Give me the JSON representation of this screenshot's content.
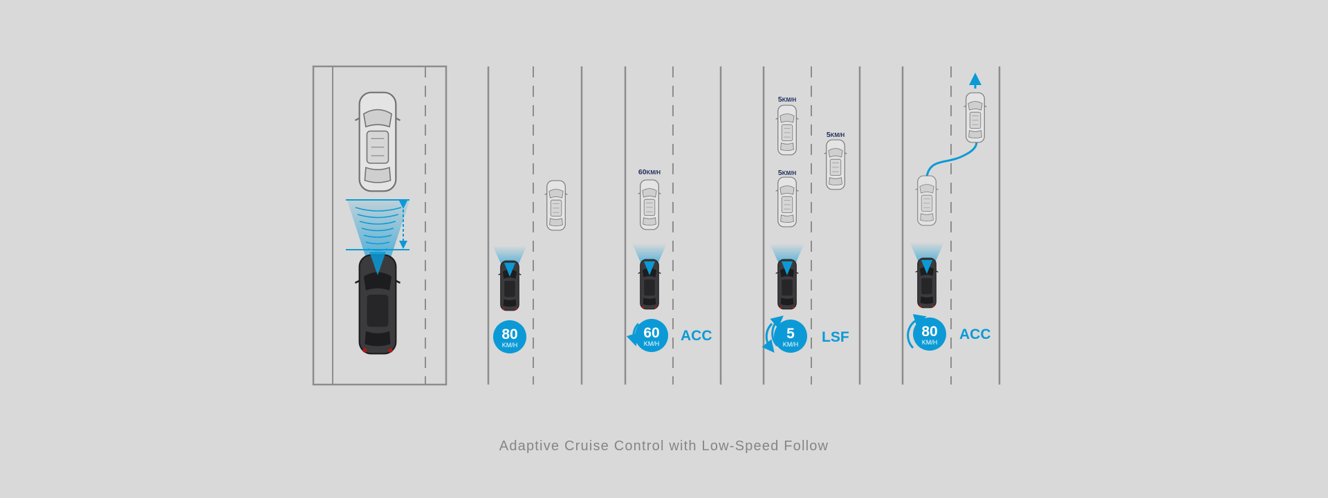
{
  "caption": "Adaptive Cruise Control with Low-Speed Follow",
  "colors": {
    "accent": "#0b9ad6",
    "road_line": "#8c8c8c",
    "speed_tag": "#1f2d5c",
    "background": "#d9d9d9"
  },
  "scenes": [
    {
      "id": "distance",
      "lead_car": "silver-car-large",
      "ego_car": "dark-car-large",
      "sensor": "radar-waves",
      "gap_indicator": "distance-arrow"
    },
    {
      "id": "cruise",
      "speed_value": "80",
      "speed_unit": "KM/H",
      "mode": "",
      "other_cars": [
        {
          "speed": ""
        }
      ]
    },
    {
      "id": "acc-follow",
      "speed_value": "60",
      "speed_unit": "KM/H",
      "mode": "ACC",
      "indicator": "decelerate-arrow",
      "other_cars": [
        {
          "speed_value": "60",
          "speed_unit": "KM/H"
        }
      ]
    },
    {
      "id": "low-speed-follow",
      "speed_value": "5",
      "speed_unit": "KM/H",
      "mode": "LSF",
      "indicator": "stop-go-arrows",
      "other_cars": [
        {
          "speed_value": "5",
          "speed_unit": "KM/H"
        },
        {
          "speed_value": "5",
          "speed_unit": "KM/H"
        },
        {
          "speed_value": "5",
          "speed_unit": "KM/H"
        }
      ]
    },
    {
      "id": "resume",
      "speed_value": "80",
      "speed_unit": "KM/H",
      "mode": "ACC",
      "indicator": "accelerate-arrow",
      "lead_path": "lane-change-path"
    }
  ]
}
